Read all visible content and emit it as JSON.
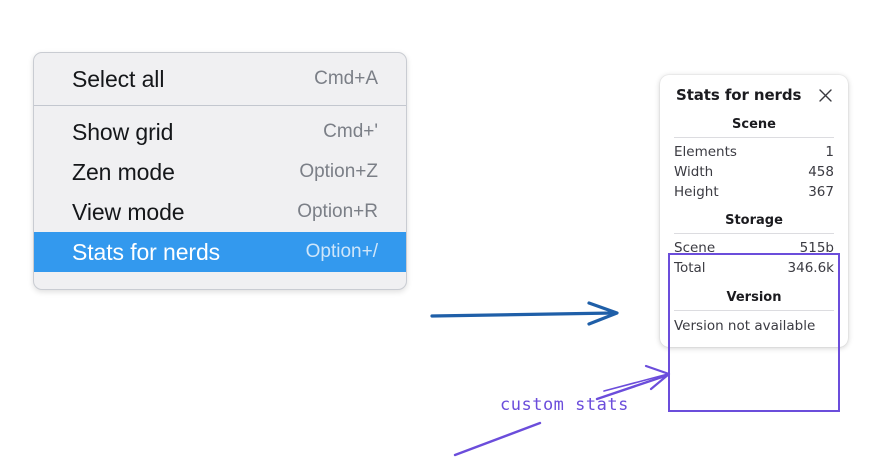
{
  "context_menu": {
    "name": "canvas-context-menu",
    "sections": [
      {
        "items": [
          {
            "label": "Select all",
            "shortcut": "Cmd+A",
            "selected": false
          }
        ]
      },
      {
        "items": [
          {
            "label": "Show grid",
            "shortcut": "Cmd+'",
            "selected": false
          },
          {
            "label": "Zen mode",
            "shortcut": "Option+Z",
            "selected": false
          },
          {
            "label": "View mode",
            "shortcut": "Option+R",
            "selected": false
          },
          {
            "label": "Stats for nerds",
            "shortcut": "Option+/",
            "selected": true
          }
        ]
      }
    ],
    "highlight_color": "#3399ee",
    "background_color": "#f0f0f2"
  },
  "stats_panel": {
    "title": "Stats for nerds",
    "close_icon": "close-icon",
    "sections": [
      {
        "heading": "Scene",
        "rows": [
          {
            "key": "Elements",
            "value": "1"
          },
          {
            "key": "Width",
            "value": "458"
          },
          {
            "key": "Height",
            "value": "367"
          }
        ]
      },
      {
        "heading": "Storage",
        "rows": [
          {
            "key": "Scene",
            "value": "515b"
          },
          {
            "key": "Total",
            "value": "346.6k"
          }
        ]
      },
      {
        "heading": "Version",
        "note": "Version not available"
      }
    ]
  },
  "annotations": {
    "blue_arrow": {
      "name": "blue-flow-arrow",
      "color": "#1f5fa8"
    },
    "purple_callout": {
      "name": "custom-stats-callout",
      "text": "custom stats",
      "color": "#6b4ddb"
    },
    "highlight_box": {
      "name": "custom-stats-highlight-box",
      "color": "#6b4ddb"
    }
  }
}
